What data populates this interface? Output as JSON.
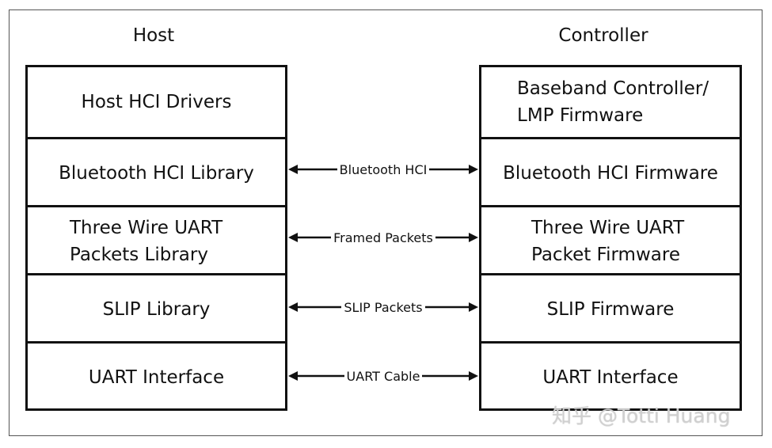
{
  "host": {
    "title": "Host",
    "blocks": [
      "Host HCI Drivers",
      "Bluetooth HCI Library",
      "Three Wire UART\nPackets Library",
      "SLIP Library",
      "UART Interface"
    ]
  },
  "controller": {
    "title": "Controller",
    "blocks": [
      "Baseband Controller/\nLMP Firmware",
      "Bluetooth HCI Firmware",
      "Three Wire UART\nPacket Firmware",
      "SLIP Firmware",
      "UART Interface"
    ]
  },
  "links": [
    "Bluetooth HCI",
    "Framed Packets",
    "SLIP Packets",
    "UART Cable"
  ],
  "watermark": "知乎 @Totti Huang"
}
